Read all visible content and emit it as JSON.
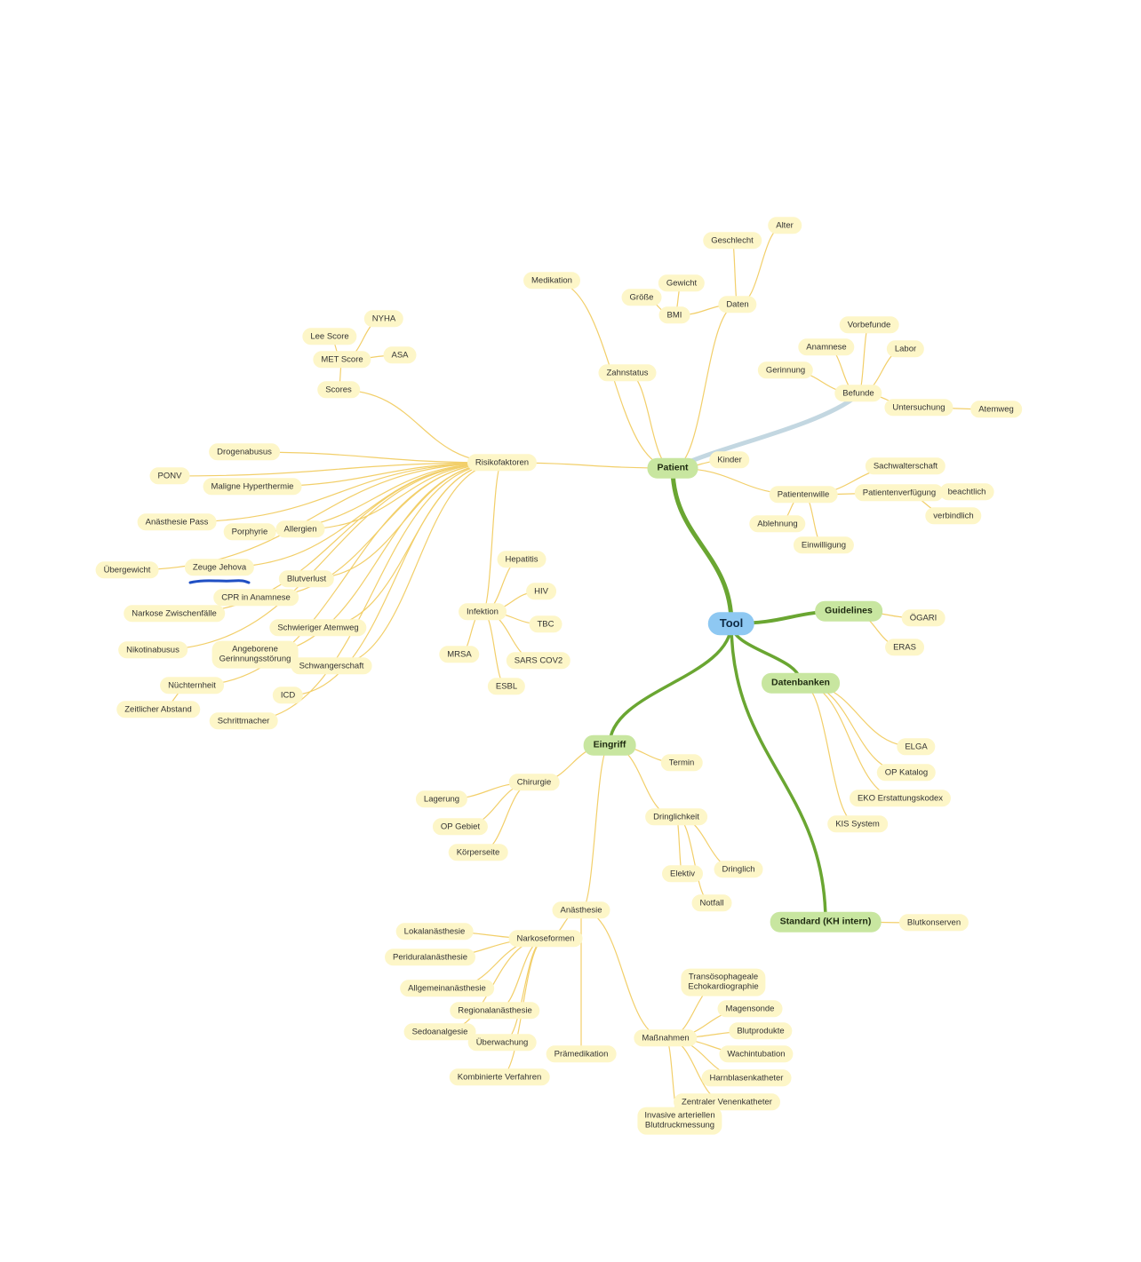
{
  "mindmap": {
    "colors": {
      "root_fill": "#8ec8f2",
      "main_fill": "#c8e6a0",
      "leaf_fill": "#fdf6c8",
      "main_branch": "#6aa632",
      "sub_branch": "#f2cf6a",
      "pen_mark": "#1f4fc4"
    },
    "root": "Tool",
    "patient": {
      "label": "Patient",
      "medikation": "Medikation",
      "zahnstatus": "Zahnstatus",
      "daten": "Daten",
      "geschlecht": "Geschlecht",
      "alter": "Alter",
      "bmi": "BMI",
      "gewicht": "Gewicht",
      "groesse": "Größe",
      "befunde": "Befunde",
      "vorbefunde": "Vorbefunde",
      "anamnese": "Anamnese",
      "labor": "Labor",
      "gerinnung": "Gerinnung",
      "untersuchung": "Untersuchung",
      "atemweg": "Atemweg",
      "kinder": "Kinder",
      "patientenwille": "Patientenwille",
      "sachwalterschaft": "Sachwalterschaft",
      "patientenverfuegung": "Patientenverfügung",
      "beachtlich": "beachtlich",
      "verbindlich": "verbindlich",
      "ablehnung": "Ablehnung",
      "einwilligung": "Einwilligung",
      "risikofaktoren": "Risikofaktoren",
      "scores": "Scores",
      "met_score": "MET Score",
      "lee_score": "Lee Score",
      "nyha": "NYHA",
      "asa": "ASA",
      "drogenabusus": "Drogenabusus",
      "ponv": "PONV",
      "maligne_hyperthermie": "Maligne Hyperthermie",
      "anaesthesie_pass": "Anästhesie Pass",
      "porphyrie": "Porphyrie",
      "allergien": "Allergien",
      "uebergewicht": "Übergewicht",
      "zeuge_jehova": "Zeuge Jehova",
      "blutverlust": "Blutverlust",
      "cpr": "CPR in Anamnese",
      "narkose_zwischenfaelle": "Narkose Zwischenfälle",
      "schwieriger_atemweg": "Schwieriger Atemweg",
      "nikotinabusus": "Nikotinabusus",
      "gerinnungsstoerung": "Angeborene\nGerinnungsstörung",
      "schwangerschaft": "Schwangerschaft",
      "nuechternheit": "Nüchternheit",
      "icd": "ICD",
      "zeitlicher_abstand": "Zeitlicher Abstand",
      "schrittmacher": "Schrittmacher",
      "infektion": "Infektion",
      "hepatitis": "Hepatitis",
      "hiv": "HIV",
      "tbc": "TBC",
      "mrsa": "MRSA",
      "sars": "SARS COV2",
      "esbl": "ESBL"
    },
    "guidelines": {
      "label": "Guidelines",
      "oegari": "ÖGARI",
      "eras": "ERAS"
    },
    "datenbanken": {
      "label": "Datenbanken",
      "elga": "ELGA",
      "op_katalog": "OP Katalog",
      "eko": "EKO Erstattungskodex",
      "kis": "KIS System"
    },
    "standard": {
      "label": "Standard (KH intern)",
      "blutkonserven": "Blutkonserven"
    },
    "eingriff": {
      "label": "Eingriff",
      "termin": "Termin",
      "chirurgie": "Chirurgie",
      "lagerung": "Lagerung",
      "op_gebiet": "OP Gebiet",
      "koerperseite": "Körperseite",
      "dringlichkeit": "Dringlichkeit",
      "elektiv": "Elektiv",
      "dringlich": "Dringlich",
      "notfall": "Notfall",
      "anaesthesie": "Anästhesie",
      "narkoseformen": "Narkoseformen",
      "lokalanaesthesie": "Lokalanästhesie",
      "periduralanaesthesie": "Periduralanästhesie",
      "allgemeinanaesthesie": "Allgemeinanästhesie",
      "regionalanaesthesie": "Regionalanästhesie",
      "sedoanalgesie": "Sedoanalgesie",
      "ueberwachung": "Überwachung",
      "kombinierte_verfahren": "Kombinierte Verfahren",
      "praemedikation": "Prämedikation",
      "massnahmen": "Maßnahmen",
      "tee": "Transösophageale\nEchokardiographie",
      "magensonde": "Magensonde",
      "blutprodukte": "Blutprodukte",
      "wachintubation": "Wachintubation",
      "harnblasenkatheter": "Harnblasenkatheter",
      "zvk": "Zentraler Venenkatheter",
      "arterielle": "Invasive arteriellen\nBlutdruckmessung"
    }
  }
}
